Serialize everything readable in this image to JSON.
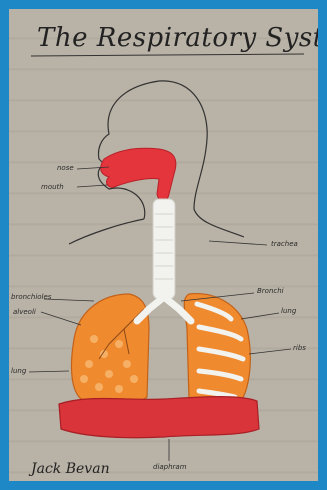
{
  "title": "The Respiratory System",
  "signature": "Jack Bevan",
  "labels": {
    "nose": "nose",
    "mouth": "mouth",
    "trachea": "trachea",
    "bronchi": "Bronchi",
    "lung_right": "lung",
    "ribs": "ribs",
    "bronchioles": "bronchioles",
    "alveoli": "alveoli",
    "lung_left": "lung",
    "diaphragm": "diaphram"
  },
  "colors": {
    "frame": "#1e88c7",
    "cardboard": "#b9b2a6",
    "lung_orange": "#f08a2e",
    "nose_red": "#e4353c",
    "diaphragm_red": "#d8343a",
    "trachea_white": "#f2f2ef"
  }
}
